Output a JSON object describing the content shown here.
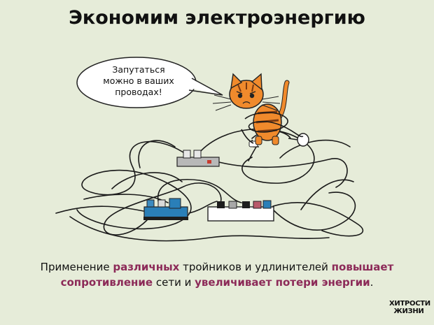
{
  "title": "Экономим электроэнергию",
  "bubble": {
    "lines": [
      "Запутаться",
      "можно в ваших",
      "проводах!"
    ]
  },
  "caption": {
    "part1": "Применение ",
    "hl1": "различных",
    "part2": " тройников и удлинителей ",
    "hl2": "повышает",
    "hl3": "сопротивление",
    "part3": " сети и ",
    "hl4": "увеличивает потери энергии",
    "part4": "."
  },
  "logo": {
    "line1": "ХИТРОСТИ",
    "line2": "ЖИЗНИ"
  },
  "colors": {
    "background": "#e6ecd9",
    "highlight": "#8c2a58",
    "cat": "#f08a2c",
    "strip_blue": "#2a7fb8"
  }
}
